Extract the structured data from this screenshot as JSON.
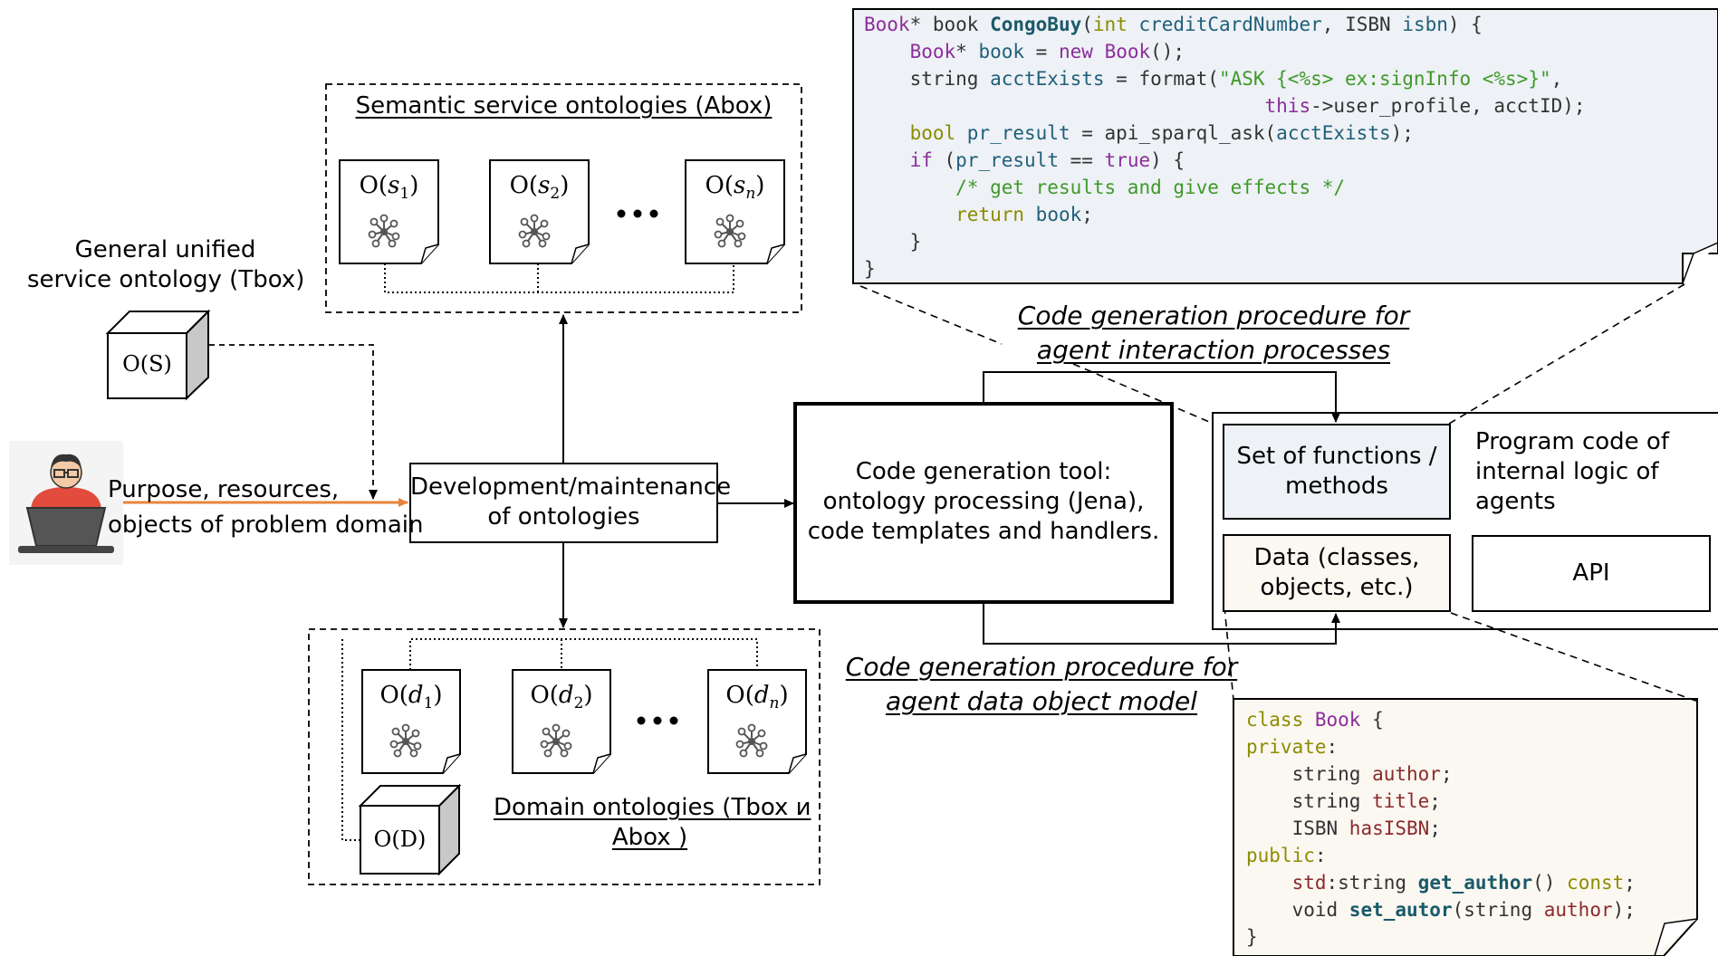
{
  "tbox_block": {
    "title_line1": "General unified",
    "title_line2": "service ontology (Tbox)",
    "cube_label": "O(S)"
  },
  "user": {
    "input_line1": "Purpose, resources,",
    "input_line2": "objects of problem domain"
  },
  "dev_box": {
    "line1": "Development/maintenance",
    "line2": "of ontologies"
  },
  "abox_group": {
    "title": "Semantic service ontologies (Abox)",
    "docs": [
      {
        "base": "O(",
        "sym": "s",
        "sub": "1"
      },
      {
        "base": "O(",
        "sym": "s",
        "sub": "2"
      },
      {
        "base": "O(",
        "sym": "s",
        "sub": "n"
      }
    ]
  },
  "domain_group": {
    "title_line1": "Domain ontologies (Tbox и",
    "title_line2": "Abox )",
    "docs": [
      {
        "base": "O(",
        "sym": "d",
        "sub": "1"
      },
      {
        "base": "O(",
        "sym": "d",
        "sub": "2"
      },
      {
        "base": "O(",
        "sym": "d",
        "sub": "n"
      }
    ],
    "cube_label": "O(D)"
  },
  "tool_box": {
    "line1": "Code generation tool:",
    "line2": "ontology processing (Jena),",
    "line3": "code templates and handlers."
  },
  "procedures": {
    "interaction_line1": "Code generation procedure for",
    "interaction_line2": "agent interaction processes",
    "data_line1": "Code generation procedure for",
    "data_line2": "agent data object model"
  },
  "agent_code": {
    "functions_line1": "Set of functions /",
    "functions_line2": "methods",
    "data_line1": "Data (classes,",
    "data_line2": "objects, etc.)",
    "program_line1": "Program code of",
    "program_line2": "internal logic of",
    "program_line3": "agents",
    "api": "API"
  },
  "code_top": [
    [
      [
        "kw-purple",
        "Book"
      ],
      [
        "plain",
        "* book "
      ],
      [
        "kw-teal-bold",
        "CongoBuy"
      ],
      [
        "plain",
        "("
      ],
      [
        "kw-olive",
        "int"
      ],
      [
        "kw-teal",
        " creditCardNumber"
      ],
      [
        "plain",
        ", ISBN "
      ],
      [
        "kw-teal",
        "isbn"
      ],
      [
        "plain",
        ") {"
      ]
    ],
    [
      [
        "plain",
        "    "
      ],
      [
        "kw-purple",
        "Book"
      ],
      [
        "plain",
        "* "
      ],
      [
        "kw-teal",
        "book"
      ],
      [
        "plain",
        " = "
      ],
      [
        "kw-purple",
        "new"
      ],
      [
        "plain",
        " "
      ],
      [
        "kw-purple",
        "Book"
      ],
      [
        "plain",
        "();"
      ]
    ],
    [
      [
        "plain",
        "    string "
      ],
      [
        "kw-teal",
        "acctExists"
      ],
      [
        "plain",
        " = format("
      ],
      [
        "kw-green",
        "\"ASK {<%s> ex:signInfo <%s>}\""
      ],
      [
        "plain",
        ","
      ]
    ],
    [
      [
        "plain",
        "                                   "
      ],
      [
        "kw-purple",
        "this"
      ],
      [
        "plain",
        "->user_profile, acctID);"
      ]
    ],
    [
      [
        "plain",
        "    "
      ],
      [
        "kw-olive",
        "bool"
      ],
      [
        "kw-teal",
        " pr_result"
      ],
      [
        "plain",
        " = api_sparql_ask("
      ],
      [
        "kw-teal",
        "acctExists"
      ],
      [
        "plain",
        ");"
      ]
    ],
    [
      [
        "plain",
        "    "
      ],
      [
        "kw-purple",
        "if"
      ],
      [
        "plain",
        " ("
      ],
      [
        "kw-teal",
        "pr_result"
      ],
      [
        "plain",
        " == "
      ],
      [
        "kw-purple",
        "true"
      ],
      [
        "plain",
        ") {"
      ]
    ],
    [
      [
        "plain",
        "        "
      ],
      [
        "kw-green",
        "/* get results and give effects */"
      ]
    ],
    [
      [
        "plain",
        "        "
      ],
      [
        "kw-olive",
        "return"
      ],
      [
        "plain",
        " "
      ],
      [
        "kw-teal",
        "book"
      ],
      [
        "plain",
        ";"
      ]
    ],
    [
      [
        "plain",
        "    }"
      ]
    ],
    [
      [
        "plain",
        "}"
      ]
    ]
  ],
  "code_bottom": [
    [
      [
        "kw-olive",
        "class"
      ],
      [
        "plain",
        " "
      ],
      [
        "kw-purple",
        "Book"
      ],
      [
        "plain",
        " {"
      ]
    ],
    [
      [
        "kw-olive",
        "private"
      ],
      [
        "plain",
        ":"
      ]
    ],
    [
      [
        "plain",
        "    string "
      ],
      [
        "kw-red",
        "author"
      ],
      [
        "plain",
        ";"
      ]
    ],
    [
      [
        "plain",
        "    string "
      ],
      [
        "kw-red",
        "title"
      ],
      [
        "plain",
        ";"
      ]
    ],
    [
      [
        "plain",
        "    ISBN "
      ],
      [
        "kw-red",
        "hasISBN"
      ],
      [
        "plain",
        ";"
      ]
    ],
    [
      [
        "kw-olive",
        "public"
      ],
      [
        "plain",
        ":"
      ]
    ],
    [
      [
        "plain",
        "    "
      ],
      [
        "kw-red",
        "std"
      ],
      [
        "plain",
        ":string "
      ],
      [
        "kw-teal-bold",
        "get_author"
      ],
      [
        "plain",
        "() "
      ],
      [
        "kw-olive",
        "const"
      ],
      [
        "plain",
        ";"
      ]
    ],
    [
      [
        "plain",
        "    void "
      ],
      [
        "kw-teal-bold",
        "set_autor"
      ],
      [
        "plain",
        "(string "
      ],
      [
        "kw-red",
        "author"
      ],
      [
        "plain",
        ");"
      ]
    ],
    [
      [
        "plain",
        "}"
      ]
    ]
  ],
  "colors": {
    "code_top_bg": "#eef1f5",
    "code_bottom_bg": "#fbf7f1",
    "orange_arrow": "#e8843c",
    "functions_bg": "#eef1f5",
    "data_bg": "#fbf7f1"
  },
  "icons": [
    "user-at-laptop-icon",
    "network-node-icon",
    "cube-icon",
    "document-icon"
  ]
}
